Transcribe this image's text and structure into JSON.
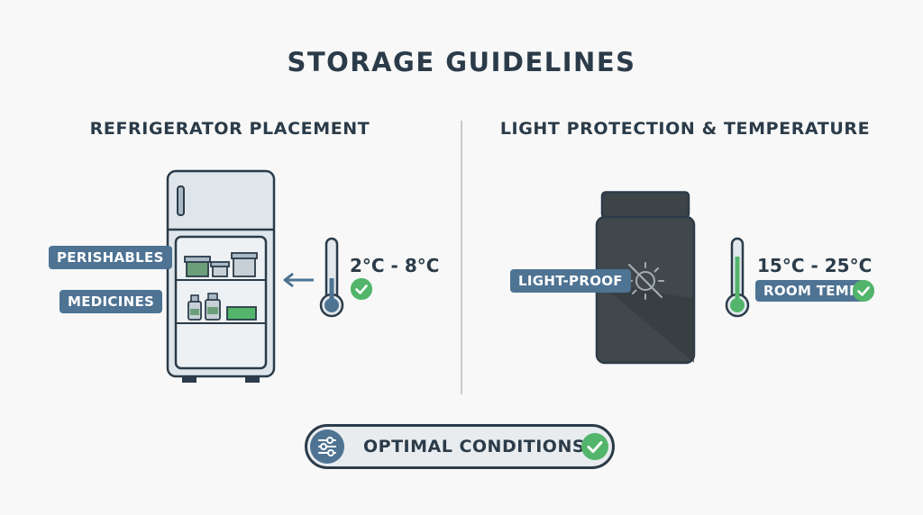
{
  "title": "STORAGE GUIDELINES",
  "left": {
    "heading": "REFRIGERATOR PLACEMENT",
    "labels": [
      "PERISHABLES",
      "MEDICINES"
    ],
    "temperature": "2°C - 8°C"
  },
  "right": {
    "heading": "LIGHT PROTECTION & TEMPERATURE",
    "label": "LIGHT-PROOF",
    "temperature": "15°C - 25°C",
    "badge": "ROOM TEMP"
  },
  "status": "OPTIMAL CONDITIONS",
  "colors": {
    "dark": "#2b3b49",
    "tag_blue": "#4e7393",
    "cold_blue": "#4e7393",
    "warm_green": "#52b56b",
    "check_green": "#52b56b",
    "fridge_body": "#dfe6eb"
  },
  "icons": [
    "refrigerator-icon",
    "thermometer-icon",
    "check-icon",
    "no-light-icon",
    "container-icon",
    "sliders-icon",
    "arrow-left-icon"
  ]
}
